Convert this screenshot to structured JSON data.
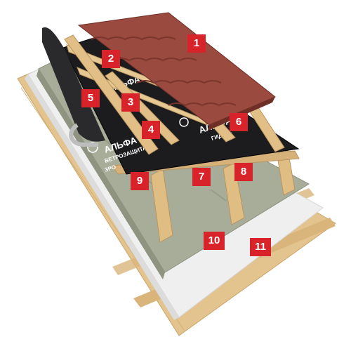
{
  "markers": [
    {
      "label": "1",
      "part": "roof-tile"
    },
    {
      "label": "2",
      "part": "counter-batten"
    },
    {
      "label": "3",
      "part": "batten"
    },
    {
      "label": "4",
      "part": "rafter-membrane"
    },
    {
      "label": "5",
      "part": "membrane-roll"
    },
    {
      "label": "6",
      "part": "wind-membrane"
    },
    {
      "label": "7",
      "part": "insulation"
    },
    {
      "label": "8",
      "part": "rafter"
    },
    {
      "label": "9",
      "part": "lower-insulation"
    },
    {
      "label": "10",
      "part": "vapor-barrier"
    },
    {
      "label": "11",
      "part": "board-sheathing"
    }
  ],
  "membrane_brand": "АЛЬФА",
  "membrane_line1": "ГИДРО-",
  "membrane_line2": "ВЕТРОЗАЩИТА",
  "membrane_fragment": "ЗРО",
  "colors": {
    "marker": "#d8232a",
    "tile": "#9a4a3e",
    "membrane": "#1c1c1e",
    "insulation": "#a7ad99",
    "wood": "#e4c48e",
    "vapor_barrier": "#eeeeee"
  }
}
